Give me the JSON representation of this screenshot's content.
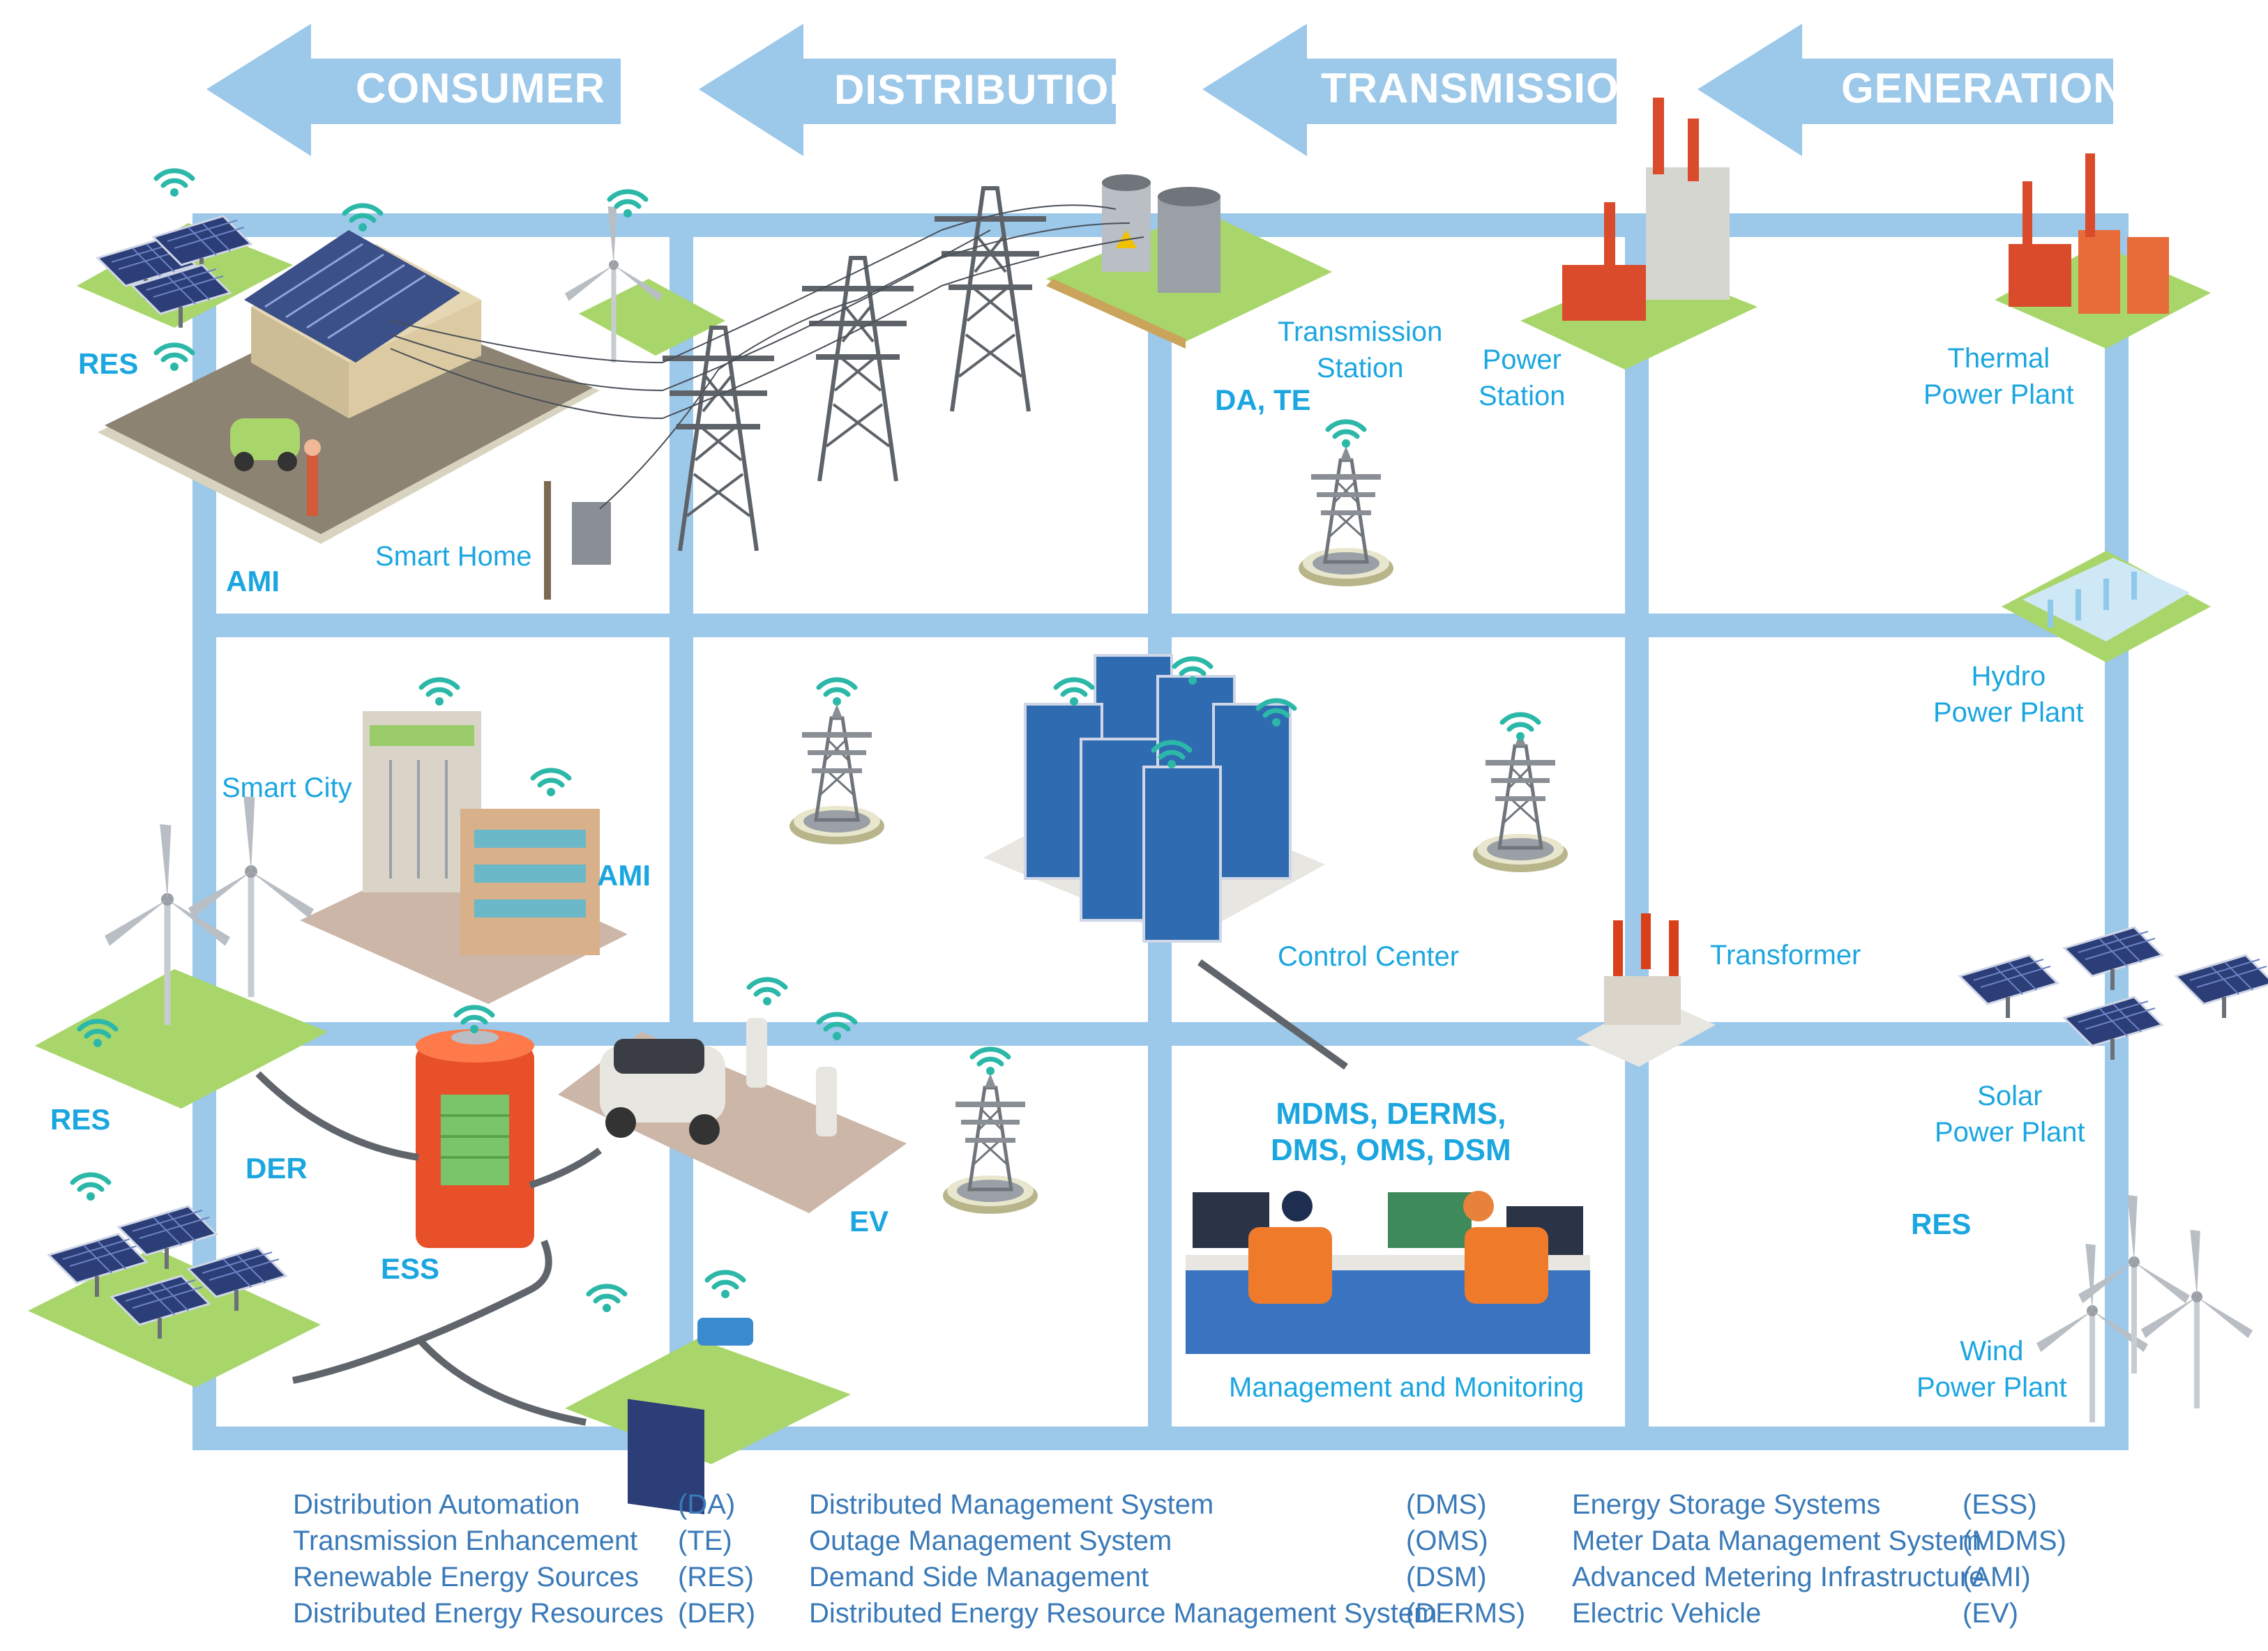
{
  "stages": [
    {
      "id": "consumer",
      "label": "CONSUMER"
    },
    {
      "id": "distribution",
      "label": "DISTRIBUTION"
    },
    {
      "id": "transmission",
      "label": "TRANSMISSION"
    },
    {
      "id": "generation",
      "label": "GENERATION"
    }
  ],
  "labels": {
    "res_top": "RES",
    "smart_home": "Smart Home",
    "ami_home": "AMI",
    "transmission_station": "Transmission\nStation",
    "da_te": "DA, TE",
    "power_station": "Power\nStation",
    "thermal": "Thermal\nPower Plant",
    "hydro": "Hydro\nPower Plant",
    "smart_city": "Smart City",
    "ami_city": "AMI",
    "control_center": "Control Center",
    "transformer": "Transformer",
    "res_left": "RES",
    "der": "DER",
    "ess": "ESS",
    "ev": "EV",
    "mgmt_systems": "MDMS, DERMS,\nDMS, OMS, DSM",
    "mgmt_monitoring": "Management and Monitoring",
    "solar": "Solar\nPower Plant",
    "res_right": "RES",
    "wind": "Wind\nPower Plant"
  },
  "legend": {
    "col1": [
      {
        "name": "Distribution Automation",
        "abbr": "(DA)"
      },
      {
        "name": "Transmission Enhancement",
        "abbr": "(TE)"
      },
      {
        "name": "Renewable Energy Sources",
        "abbr": "(RES)"
      },
      {
        "name": "Distributed Energy Resources",
        "abbr": "(DER)"
      }
    ],
    "col2": [
      {
        "name": "Distributed Management System",
        "abbr": "(DMS)"
      },
      {
        "name": "Outage Management System",
        "abbr": "(OMS)"
      },
      {
        "name": "Demand Side Management",
        "abbr": "(DSM)"
      },
      {
        "name": "Distributed Energy Resource Management System",
        "abbr": "(DERMS)"
      }
    ],
    "col3": [
      {
        "name": "Energy Storage Systems",
        "abbr": "(ESS)"
      },
      {
        "name": "Meter Data Management System",
        "abbr": "(MDMS)"
      },
      {
        "name": "Advanced Metering Infrastructure",
        "abbr": "(AMI)"
      },
      {
        "name": "Electric Vehicle",
        "abbr": "(EV)"
      }
    ]
  },
  "colors": {
    "grid": "#9cc8ea",
    "arrow": "#9cc8ea",
    "label": "#1ba6e0",
    "legend_text": "#3a7ab8",
    "grass": "#a8d66a",
    "steel": "#8a8f96",
    "server": "#2f6bb0"
  },
  "icons": [
    "wifi-icon",
    "pylon-icon",
    "wind-turbine-icon",
    "solar-panel-icon",
    "server-rack-icon",
    "battery-icon",
    "ev-car-icon",
    "laptop-icon",
    "factory-icon",
    "dam-icon",
    "transformer-icon",
    "operator-icon"
  ]
}
